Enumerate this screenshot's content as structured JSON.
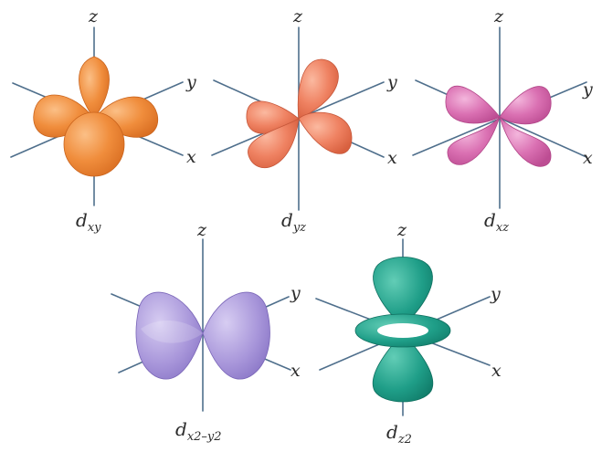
{
  "axis_labels": {
    "x": "x",
    "y": "y",
    "z": "z"
  },
  "orbitals": [
    {
      "base": "d",
      "sub": "xy",
      "sup": "",
      "color": "#ee8a36"
    },
    {
      "base": "d",
      "sub": "yz",
      "sup": "",
      "color": "#ee7e5c"
    },
    {
      "base": "d",
      "sub": "xz",
      "sup": "",
      "color": "#d86cae"
    },
    {
      "base": "d",
      "sub": "x2–y2",
      "sup": "",
      "color": "#a792d8"
    },
    {
      "base": "d",
      "sub": "z2",
      "sup": "",
      "color": "#1f9e88"
    }
  ],
  "colors": {
    "axis": "#4f6f8c",
    "text": "#2b2b2b"
  }
}
